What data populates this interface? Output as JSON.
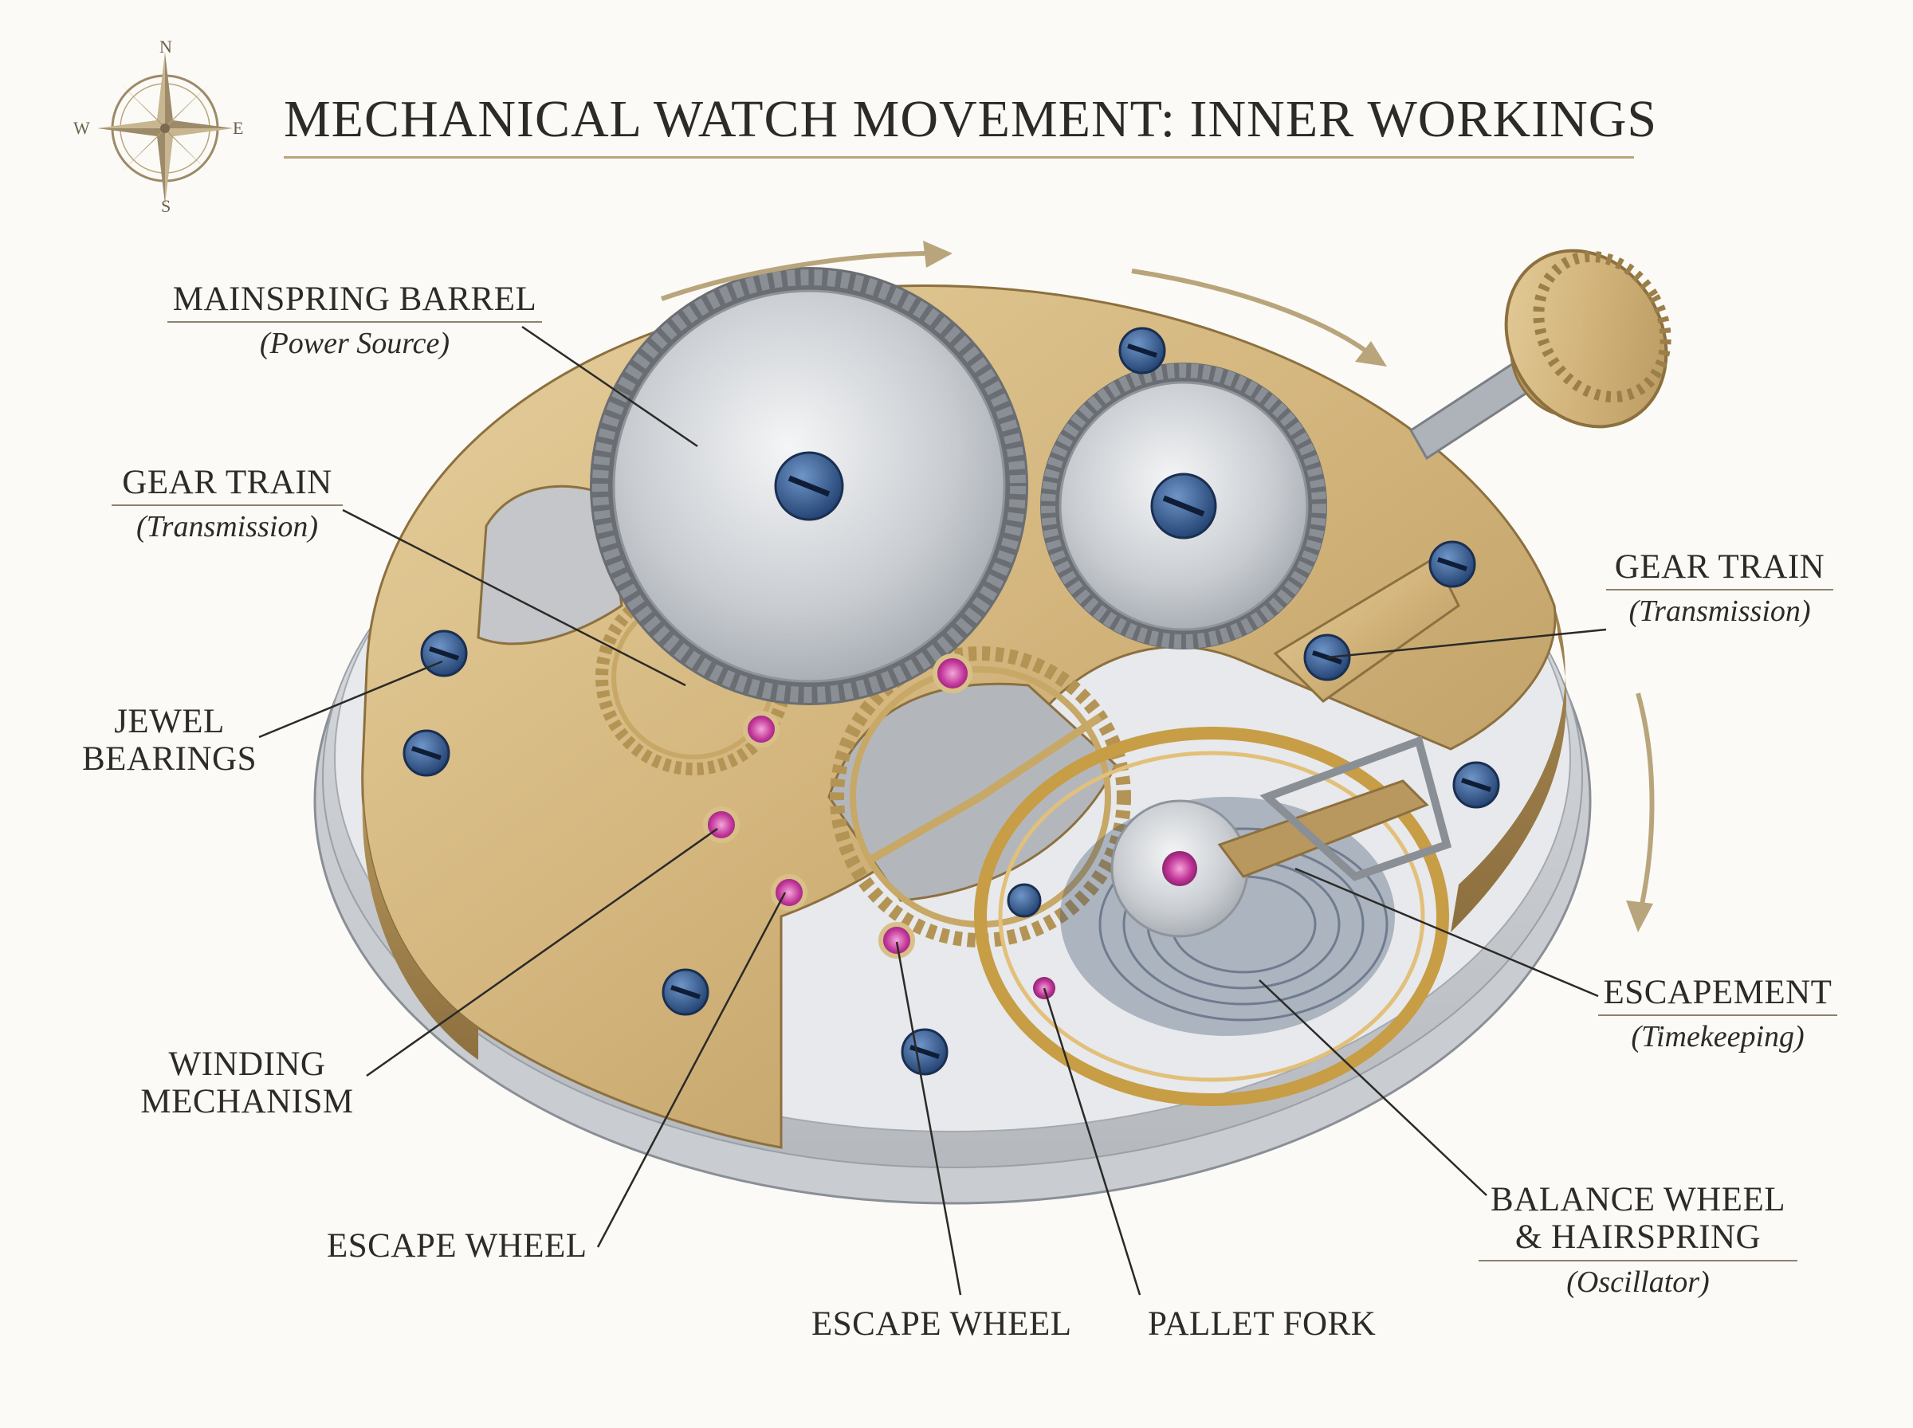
{
  "title": "MECHANICAL WATCH MOVEMENT: INNER WORKINGS",
  "compass": {
    "n": "N",
    "s": "S",
    "e": "E",
    "w": "W"
  },
  "labels": {
    "mainspring": {
      "main": "MAINSPRING BARREL",
      "sub": "(Power Source)"
    },
    "gear_train_left": {
      "main": "GEAR TRAIN",
      "sub": "(Transmission)"
    },
    "jewel": {
      "line1": "JEWEL",
      "line2": "BEARINGS"
    },
    "winding": {
      "line1": "WINDING",
      "line2": "MECHANISM"
    },
    "escape_wheel_left": {
      "main": "ESCAPE WHEEL"
    },
    "escape_wheel_bottom": {
      "main": "ESCAPE WHEEL"
    },
    "pallet_fork": {
      "main": "PALLET FORK"
    },
    "gear_train_right": {
      "main": "GEAR TRAIN",
      "sub": "(Transmission)"
    },
    "escapement": {
      "main": "ESCAPEMENT",
      "sub": "(Timekeeping)"
    },
    "balance": {
      "line1": "BALANCE WHEEL",
      "line2": "& HAIRSPRING",
      "sub": "(Oscillator)"
    }
  },
  "colors": {
    "brass": "#d4b77f",
    "brass_dark": "#a98a52",
    "steel": "#c9ccd0",
    "screw_blue": "#2f5a92",
    "jewel_ruby": "#c2369a",
    "leader": "#2b2a27"
  }
}
